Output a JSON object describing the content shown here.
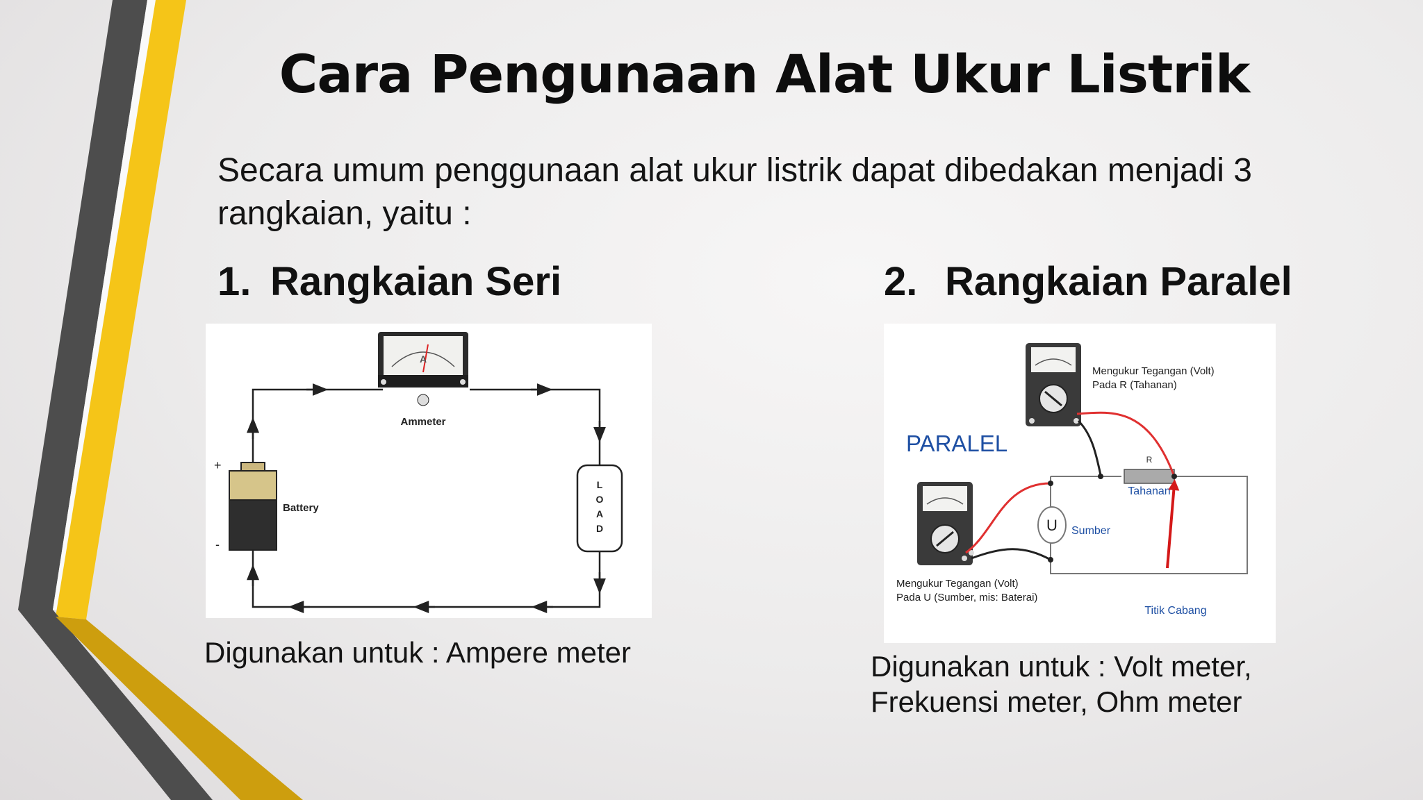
{
  "slide": {
    "title": "Cara Pengunaan Alat Ukur Listrik",
    "intro": "Secara umum penggunaan alat ukur listrik dapat dibedakan menjadi 3 rangkaian, yaitu :",
    "accent_yellow": "#f5c518",
    "accent_gray": "#4d4d4d"
  },
  "series": {
    "number": "1.",
    "heading": "Rangkaian Seri",
    "diagram": {
      "ammeter_label": "Ammeter",
      "ammeter_symbol": "A",
      "battery_label": "Battery",
      "plus": "+",
      "minus": "-",
      "load_letters": [
        "L",
        "O",
        "A",
        "D"
      ]
    },
    "caption": "Digunakan untuk : Ampere meter"
  },
  "parallel": {
    "number": "2.",
    "heading": "Rangkaian Paralel",
    "diagram": {
      "title": "PARALEL",
      "top_meter_label_1": "Mengukur Tegangan (Volt)",
      "top_meter_label_2": "Pada R (Tahanan)",
      "r_label": "R",
      "tahanan_label": "Tahanan",
      "source_symbol": "U",
      "sumber_label": "Sumber",
      "bottom_meter_label_1": "Mengukur Tegangan (Volt)",
      "bottom_meter_label_2": "Pada U (Sumber, mis: Baterai)",
      "titik_label": "Titik Cabang"
    },
    "caption": "Digunakan untuk : Volt meter, Frekuensi meter, Ohm meter"
  }
}
